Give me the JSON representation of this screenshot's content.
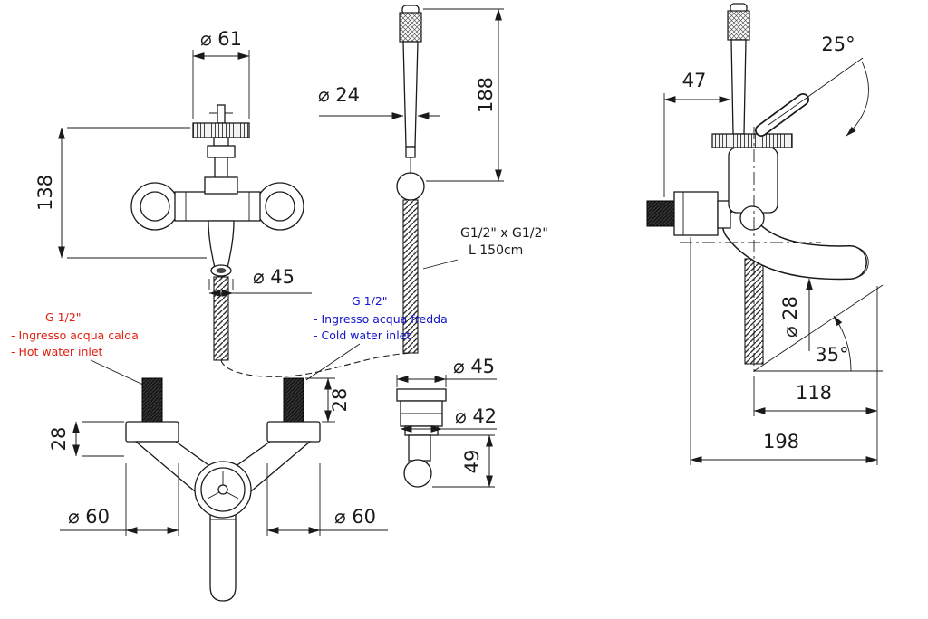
{
  "colors": {
    "line": "#1a1a1a",
    "hot": "#e02010",
    "cold": "#1414cc"
  },
  "views": {
    "front": {
      "knob_diameter": "⌀ 61",
      "height": "138",
      "spout_diameter": "⌀ 45"
    },
    "hand_shower": {
      "diameter": "⌀ 24",
      "length": "188",
      "hose_spec_1": "G1/2\" x G1/2\"",
      "hose_spec_2": "L 150cm"
    },
    "hot_inlet": {
      "thread": "G 1/2\"",
      "label_it": "- Ingresso acqua calda",
      "label_en": "- Hot water inlet"
    },
    "cold_inlet": {
      "thread": "G 1/2\"",
      "label_it": "- Ingresso acqua fredda",
      "label_en": "- Cold water inlet"
    },
    "bottom": {
      "offset_left": "28",
      "offset_right": "28",
      "flange_left": "⌀ 60",
      "flange_right": "⌀ 60"
    },
    "flange_detail": {
      "outer_diameter": "⌀ 45",
      "inner_diameter": "⌀ 42",
      "depth": "49"
    },
    "side": {
      "wall_offset": "47",
      "handle_angle": "25°",
      "spout_diameter": "⌀ 28",
      "spout_angle": "35°",
      "spout_reach": "118",
      "total_reach": "198"
    }
  }
}
